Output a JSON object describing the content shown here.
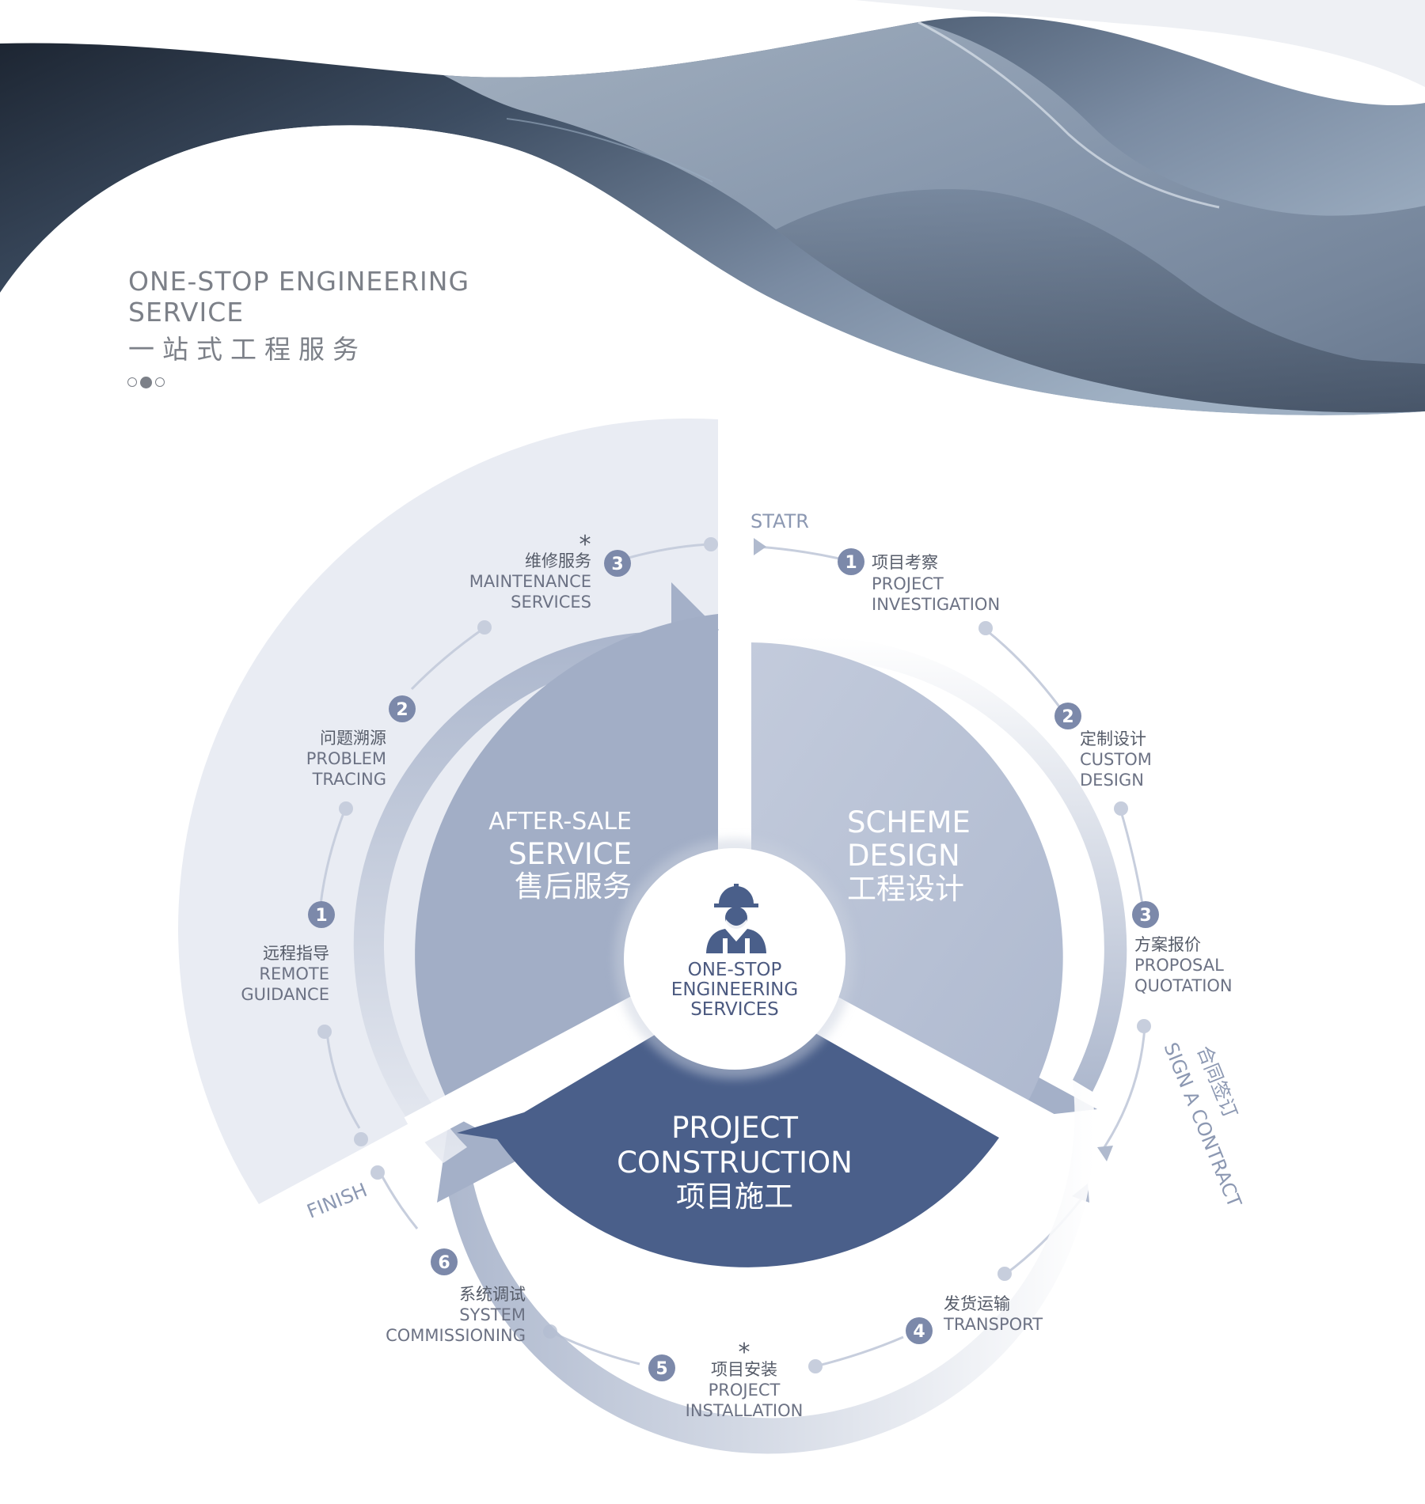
{
  "header": {
    "title_en_line1": "ONE-STOP ENGINEERING",
    "title_en_line2": "SERVICE",
    "title_cn": "一站式工程服务",
    "pager_dots": 3,
    "pager_active": 2
  },
  "center": {
    "line1": "ONE-STOP",
    "line2": "ENGINEERING",
    "line3": "SERVICES",
    "icon": "worker-icon"
  },
  "segments": {
    "after_sale": {
      "en1": "AFTER-SALE",
      "en2": "SERVICE",
      "cn": "售后服务"
    },
    "scheme": {
      "en1": "SCHEME",
      "en2": "DESIGN",
      "cn": "工程设计"
    },
    "construction": {
      "en1": "PROJECT",
      "en2": "CONSTRUCTION",
      "cn": "项目施工"
    }
  },
  "labels": {
    "start": "STATR",
    "finish": "FINISH",
    "contract_en": "SIGN A CONTRACT",
    "contract_cn": "合同签订"
  },
  "after_sale_steps": [
    {
      "num": "1",
      "cn": "远程指导",
      "en1": "REMOTE",
      "en2": "GUIDANCE"
    },
    {
      "num": "2",
      "cn": "问题溯源",
      "en1": "PROBLEM",
      "en2": "TRACING"
    },
    {
      "num": "3",
      "cn": "维修服务",
      "en1": "MAINTENANCE",
      "en2": "SERVICES",
      "star": "*"
    }
  ],
  "scheme_steps": [
    {
      "num": "1",
      "cn": "项目考察",
      "en1": "PROJECT",
      "en2": "INVESTIGATION"
    },
    {
      "num": "2",
      "cn": "定制设计",
      "en1": "CUSTOM",
      "en2": "DESIGN"
    },
    {
      "num": "3",
      "cn": "方案报价",
      "en1": "PROPOSAL",
      "en2": "QUOTATION"
    }
  ],
  "construction_steps": [
    {
      "num": "4",
      "cn": "发货运输",
      "en1": "TRANSPORT"
    },
    {
      "num": "5",
      "cn": "项目安装",
      "en1": "PROJECT",
      "en2": "INSTALLATION",
      "star": "*"
    },
    {
      "num": "6",
      "cn": "系统调试",
      "en1": "SYSTEM",
      "en2": "COMMISSIONING"
    }
  ],
  "colors": {
    "dark_blue": "#4a5f8a",
    "mid_blue": "#a2aec6",
    "light_blue": "#bcc5d8",
    "pale_band": "#e9ecf3",
    "badge": "#7c89aa",
    "track": "#c7cedd",
    "text_gray": "#7c8088"
  }
}
